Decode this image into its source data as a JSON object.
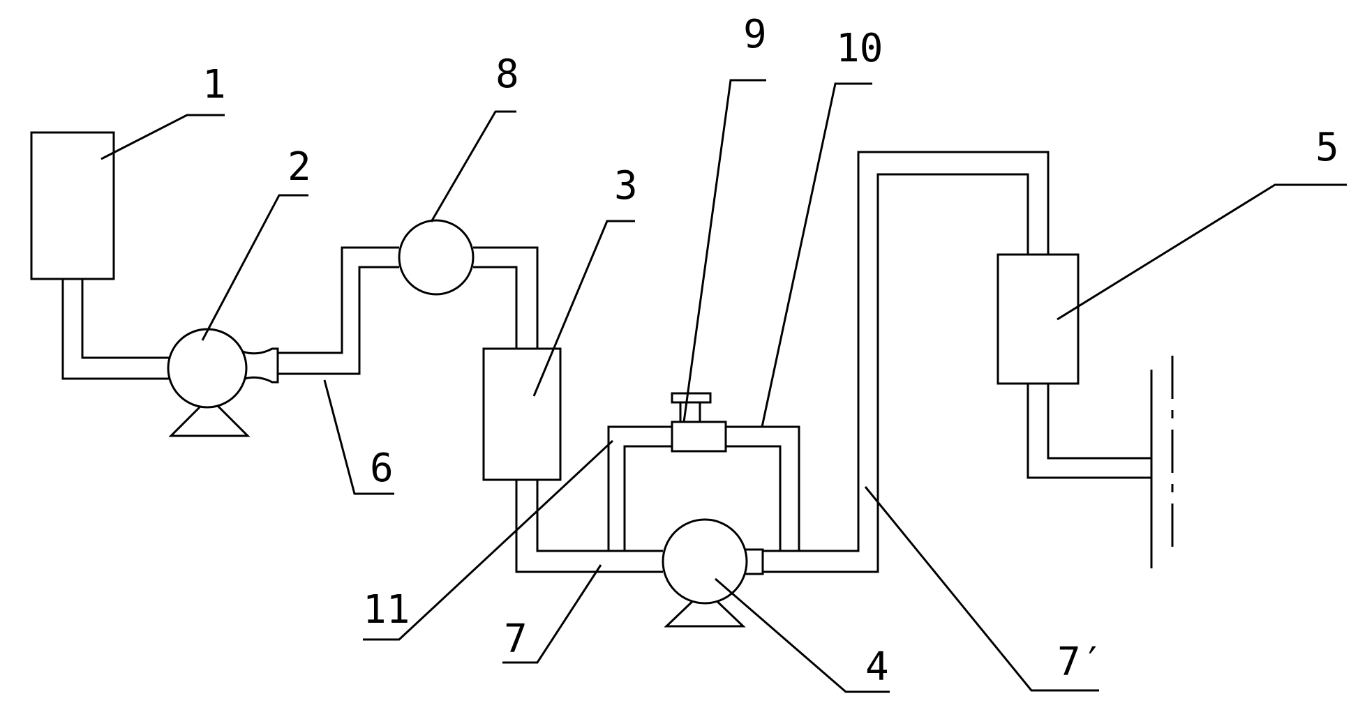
{
  "diagram": {
    "stroke_color": "#000000",
    "background": "#ffffff",
    "labels": {
      "l1": "1",
      "l2": "2",
      "l3": "3",
      "l4": "4",
      "l5": "5",
      "l6": "6",
      "l7": "7",
      "l7p": "7′",
      "l8": "8",
      "l9": "9",
      "l10": "10",
      "l11": "11"
    }
  }
}
